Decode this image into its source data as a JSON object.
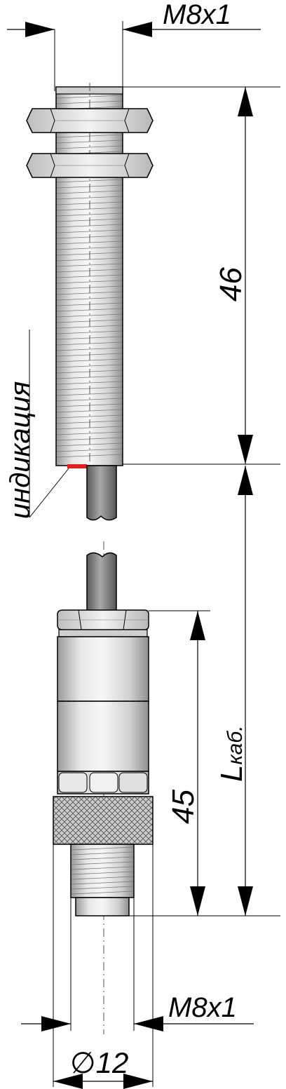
{
  "labels": {
    "thread_top": "M8x1",
    "thread_bottom": "M8x1",
    "length_body": "46",
    "length_housing": "45",
    "cable_length_main": "L",
    "cable_length_sub": "каб.",
    "diameter_symbol": "∅",
    "diameter_value": "12",
    "indication": "индикация"
  },
  "colors": {
    "indicator": "#e02020",
    "cable": "#808080",
    "metal": "#d8d8d8",
    "line": "#000000"
  }
}
